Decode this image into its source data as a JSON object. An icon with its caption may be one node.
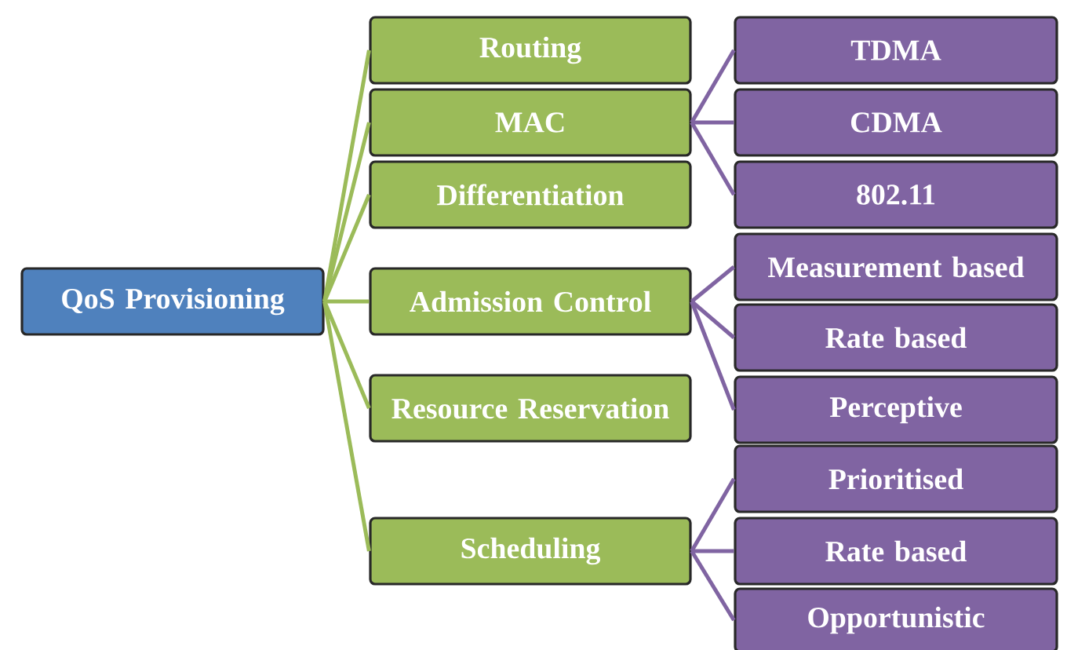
{
  "diagram": {
    "nodes": [
      {
        "text": [
          "QoS Provisioning"
        ]
      },
      {
        "text": [
          "Routing"
        ]
      },
      {
        "text": [
          "MAC"
        ]
      },
      {
        "text": [
          "Differentiation"
        ]
      },
      {
        "text": [
          "Admission Control"
        ]
      },
      {
        "text": [
          "Resource Reservation"
        ]
      },
      {
        "text": [
          "Scheduling"
        ]
      },
      {
        "text": [
          "TDMA"
        ]
      },
      {
        "text": [
          "CDMA"
        ]
      },
      {
        "text": [
          "802.11"
        ]
      },
      {
        "text": [
          "Measurement based"
        ]
      },
      {
        "text": [
          "Rate based"
        ]
      },
      {
        "text": [
          "Perceptive"
        ]
      },
      {
        "text": [
          "Prioritised"
        ]
      },
      {
        "text": [
          "Rate based"
        ]
      },
      {
        "text": [
          "Opportunistic"
        ]
      }
    ],
    "edges": [
      {
        "from": 0,
        "to": 1,
        "arrow": "none",
        "color": "#9bbb59"
      },
      {
        "from": 0,
        "to": 2,
        "arrow": "none",
        "color": "#9bbb59"
      },
      {
        "from": 0,
        "to": 3,
        "arrow": "none",
        "color": "#9bbb59"
      },
      {
        "from": 0,
        "to": 4,
        "arrow": "none",
        "color": "#9bbb59"
      },
      {
        "from": 0,
        "to": 5,
        "arrow": "none",
        "color": "#9bbb59"
      },
      {
        "from": 0,
        "to": 6,
        "arrow": "none",
        "color": "#9bbb59"
      },
      {
        "from": 2,
        "to": 7,
        "arrow": "none",
        "color": "#8064a2"
      },
      {
        "from": 2,
        "to": 8,
        "arrow": "none",
        "color": "#8064a2"
      },
      {
        "from": 2,
        "to": 9,
        "arrow": "none",
        "color": "#8064a2"
      },
      {
        "from": 4,
        "to": 10,
        "arrow": "none",
        "color": "#8064a2"
      },
      {
        "from": 4,
        "to": 11,
        "arrow": "none",
        "color": "#8064a2"
      },
      {
        "from": 4,
        "to": 12,
        "arrow": "none",
        "color": "#8064a2"
      },
      {
        "from": 6,
        "to": 13,
        "arrow": "none",
        "color": "#8064a2"
      },
      {
        "from": 6,
        "to": 14,
        "arrow": "none",
        "color": "#8064a2"
      },
      {
        "from": 6,
        "to": 15,
        "arrow": "none",
        "color": "#8064a2"
      }
    ]
  }
}
